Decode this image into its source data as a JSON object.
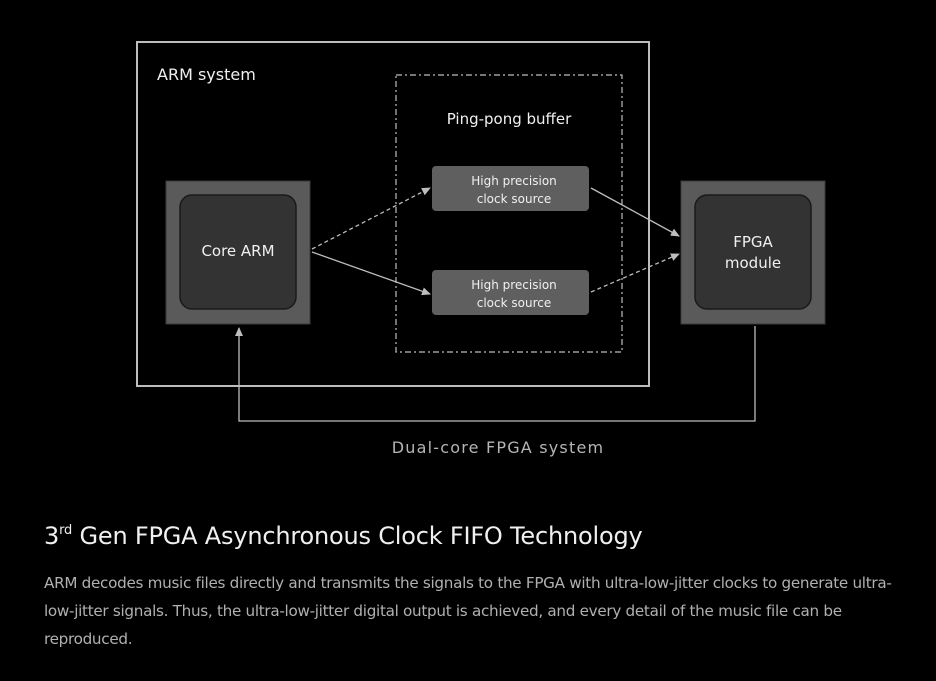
{
  "diagram": {
    "arm_system_label": "ARM system",
    "pingpong_label": "Ping-pong buffer",
    "core_arm_label": "Core ARM",
    "clock_source_top": {
      "line1": "High precision",
      "line2": "clock source"
    },
    "clock_source_bottom": {
      "line1": "High precision",
      "line2": "clock source"
    },
    "fpga_module": {
      "line1": "FPGA",
      "line2": "module"
    },
    "system_caption": "Dual-core FPGA system"
  },
  "heading": {
    "ordinal": "3",
    "ordinal_suffix": "rd",
    "title": " Gen FPGA Asynchronous Clock FIFO Technology"
  },
  "description": "ARM decodes music files directly and transmits the signals to the FPGA with ultra-low-jitter clocks to generate ultra-low-jitter signals. Thus, the ultra-low-jitter digital output is achieved, and every detail of the music file can be reproduced.",
  "colors": {
    "background": "#000000",
    "frame": "#bdbdbd",
    "chip_outer": "#5a5a5a",
    "chip_inner": "#333333",
    "clock_box": "#5f5f5f"
  }
}
